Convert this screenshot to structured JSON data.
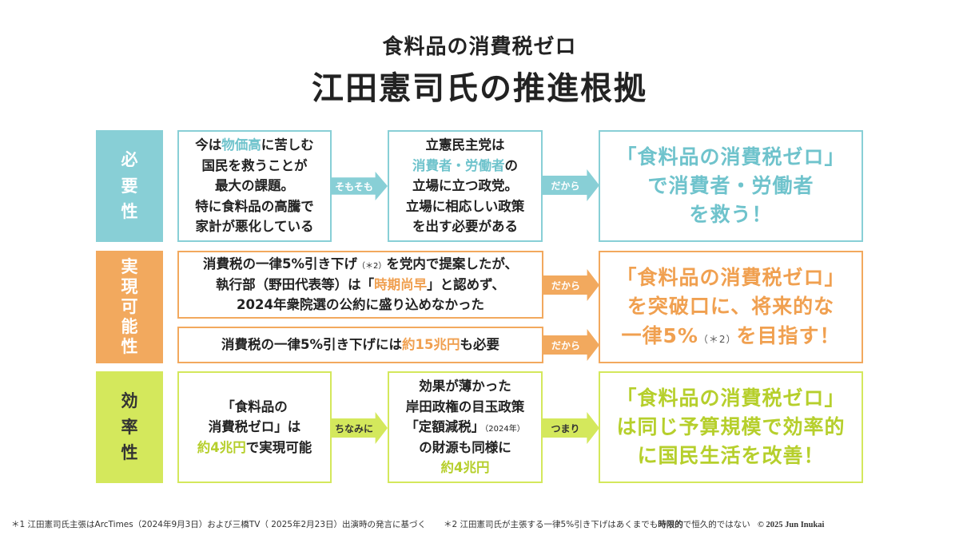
{
  "title": {
    "line1": "食料品の消費税ゼロ",
    "line2": "江田憲司氏の推進根拠"
  },
  "rows": {
    "necessity": {
      "label": [
        "必",
        "要",
        "性"
      ],
      "box1": [
        [
          "今は",
          "物価高",
          "に苦しむ"
        ],
        [
          "国民を救うことが"
        ],
        [
          "最大の課題。"
        ],
        [
          "特に食料品の高騰で"
        ],
        [
          "家計が悪化している"
        ]
      ],
      "arrow1": "そもそも",
      "box2": [
        [
          "立憲民主党は"
        ],
        [
          "",
          "消費者・労働者",
          "の"
        ],
        [
          "立場に立つ政党。"
        ],
        [
          "立場に相応しい政策"
        ],
        [
          "を出す必要がある"
        ]
      ],
      "arrow2": "だから",
      "result": [
        [
          "「食料品の消費税ゼロ」"
        ],
        [
          "で消費者・労働者"
        ],
        [
          "を救う！"
        ]
      ]
    },
    "feasibility": {
      "label": [
        "実",
        "現",
        "可",
        "能",
        "性"
      ],
      "box1_line1_a": "消費税の一律5%引き下げ",
      "box1_line1_note": "（＊2）",
      "box1_line1_b": "を党内で提案したが、",
      "box1_line2_a": "執行部（野田代表等）は「",
      "box1_line2_hl": "時期尚早",
      "box1_line2_b": "」と認めず、",
      "box1_line3": "2024年衆院選の公約に盛り込めなかった",
      "arrow1": "だから",
      "box2_a": "消費税の一律5%引き下げには",
      "box2_hl": "約15兆円",
      "box2_b": "も必要",
      "arrow2": "だから",
      "result_line1": "「食料品の消費税ゼロ」",
      "result_line2": "を突破口に、将来的な",
      "result_line3_a": "一律5%",
      "result_line3_note": "（＊2）",
      "result_line3_b": "を目指す！"
    },
    "efficiency": {
      "label": [
        "効",
        "率",
        "性"
      ],
      "box1_line1": "「食料品の",
      "box1_line2": "消費税ゼロ」は",
      "box1_line3_hl": "約4兆円",
      "box1_line3_b": "で実現可能",
      "arrow1": "ちなみに",
      "box2_line1": "効果が薄かった",
      "box2_line2": "岸田政権の目玉政策",
      "box2_line3_a": "「定額減税」",
      "box2_line3_note": "（2024年）",
      "box2_line4": "の財源も同様に",
      "box2_line5_hl": "約4兆円",
      "arrow2": "つまり",
      "result_line1": "「食料品の消費税ゼロ」",
      "result_line2": "は同じ予算規模で効率的",
      "result_line3": "に国民生活を改善！"
    }
  },
  "footer": {
    "note1": "＊1 江田憲司氏主張はArcTimes（2024年9月3日）および三橋TV（ 2025年2月23日）出演時の発言に基づく",
    "note2_a": "＊2 江田憲司氏が主張する一律5%引き下げはあくまでも",
    "note2_bold": "時限的",
    "note2_b": "で恒久的ではない",
    "copyright": "© 2025 Jun Inukai"
  },
  "colors": {
    "teal": "#88cfd6",
    "orange": "#f2a95e",
    "lime": "#d4e85c"
  },
  "icons": [
    "arrow-right-icon"
  ]
}
